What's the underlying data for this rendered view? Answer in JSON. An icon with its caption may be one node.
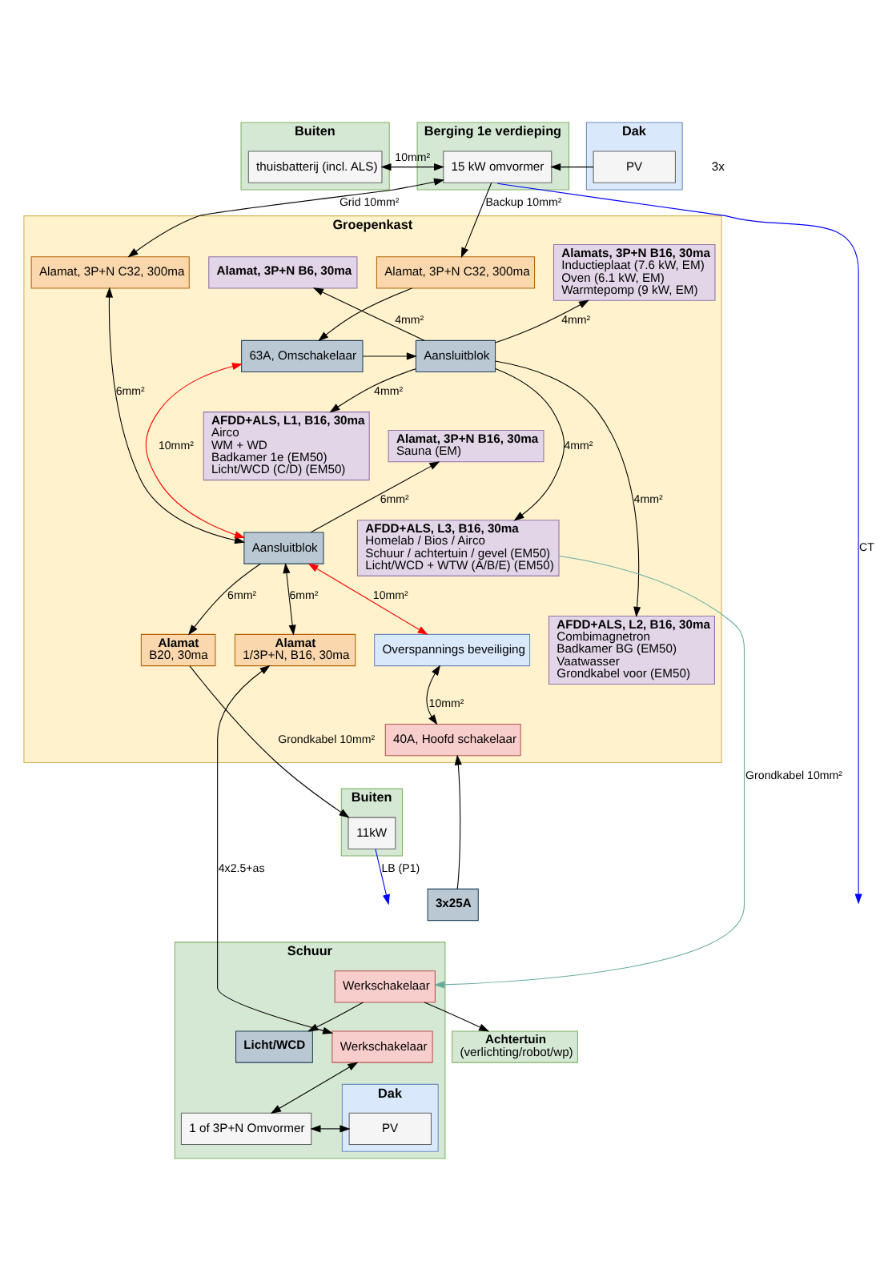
{
  "diagram": {
    "nodes": [
      {
        "text": [
          "Buiten"
        ]
      },
      {
        "text": [
          "thuisbatterij (incl. ALS)"
        ],
        "in": 0
      },
      {
        "text": [
          "Berging 1e verdieping"
        ]
      },
      {
        "text": [
          "15 kW omvormer"
        ],
        "in": 2
      },
      {
        "text": [
          "Dak"
        ]
      },
      {
        "text": [
          "PV"
        ],
        "in": 4
      },
      {
        "text": [
          "Groepenkast"
        ]
      },
      {
        "text": [
          "Alamats, 3P+N B16, 30ma",
          "Inductieplaat (7.6 kW, EM)",
          "Oven (6.1 kW, EM)",
          "Warmtepomp (9 kW, EM)"
        ],
        "in": 6
      },
      {
        "text": [
          "Alamat, 3P+N B6, 30ma"
        ],
        "in": 6
      },
      {
        "text": [
          "Alamat, 3P+N C32, 300ma"
        ],
        "in": 6
      },
      {
        "text": [
          "Alamat, 3P+N C32, 300ma"
        ],
        "in": 6
      },
      {
        "text": [
          "Aansluitblok"
        ],
        "in": 6
      },
      {
        "text": [
          "AFDD+ALS, L1, B16, 30ma",
          "Airco",
          "WM + WD",
          "Badkamer 1e (EM50)",
          "Licht/WCD (C/D) (EM50)"
        ],
        "in": 6
      },
      {
        "text": [
          "63A, Omschakelaar"
        ],
        "in": 6
      },
      {
        "text": [
          "Alamat, 3P+N B16, 30ma",
          "Sauna (EM)"
        ],
        "in": 6
      },
      {
        "text": [
          "AFDD+ALS, L3, B16, 30ma",
          "Homelab / Bios / Airco",
          "Schuur / achtertuin / gevel (EM50)",
          "Licht/WCD + WTW (A/B/E) (EM50)"
        ],
        "in": 6
      },
      {
        "text": [
          "Aansluitblok"
        ],
        "in": 6
      },
      {
        "text": [
          "Alamat",
          "B20, 30ma"
        ],
        "in": 6
      },
      {
        "text": [
          "AFDD+ALS, L2, B16, 30ma",
          "Combimagnetron",
          "Badkamer BG (EM50)",
          "Vaatwasser",
          "Grondkabel voor (EM50)"
        ],
        "in": 6
      },
      {
        "text": [
          "Alamat",
          "1/3P+N, B16, 30ma"
        ],
        "in": 6
      },
      {
        "text": [
          "Overspannings beveiliging"
        ],
        "in": 6
      },
      {
        "text": [
          "40A, Hoofd schakelaar"
        ],
        "in": 6
      },
      {
        "text": [
          "3x25A"
        ]
      },
      {
        "text": [
          "Buiten"
        ]
      },
      {
        "text": [
          "11kW"
        ],
        "in": 23
      },
      {
        "text": [
          "Schuur"
        ]
      },
      {
        "text": [
          "Werkschakelaar"
        ],
        "in": 25
      },
      {
        "text": [
          "Licht/WCD"
        ],
        "in": 25
      },
      {
        "text": [
          "Werkschakelaar"
        ],
        "in": 25
      },
      {
        "text": [
          "Dak"
        ],
        "in": 25
      },
      {
        "text": [
          "PV"
        ],
        "in": 29
      },
      {
        "text": [
          "1 of 3P+N Omvormer"
        ],
        "in": 25
      },
      {
        "text": [
          "Achtertuin",
          "(verlichting/robot/wp)"
        ]
      }
    ],
    "edges": [
      {
        "from": 1,
        "to": 3,
        "arrow": "both",
        "label": "10mm²"
      },
      {
        "from": 5,
        "to": 3,
        "arrow": "to"
      },
      {
        "from": 3,
        "to": 9,
        "arrow": "to",
        "label": "Backup 10mm²"
      },
      {
        "from": 10,
        "to": 3,
        "arrow": "both",
        "label": "Grid 10mm²"
      },
      {
        "from": 3,
        "to": null,
        "arrow": "to",
        "label": "CT",
        "color": "#0000ff"
      },
      {
        "from": 11,
        "to": 7,
        "arrow": "to",
        "label": "4mm²"
      },
      {
        "from": 11,
        "to": 8,
        "arrow": "to",
        "label": "4mm²"
      },
      {
        "from": 11,
        "to": 12,
        "arrow": "to",
        "label": "4mm²"
      },
      {
        "from": 11,
        "to": 15,
        "arrow": "to",
        "label": "4mm²"
      },
      {
        "from": 11,
        "to": 18,
        "arrow": "to",
        "label": "4mm²"
      },
      {
        "from": 13,
        "to": 11,
        "arrow": "to"
      },
      {
        "from": 9,
        "to": 13,
        "arrow": "to"
      },
      {
        "from": 13,
        "to": 16,
        "arrow": "both",
        "label": "10mm²",
        "color": "#ff0000"
      },
      {
        "from": 16,
        "to": 10,
        "arrow": "both",
        "label": "6mm²"
      },
      {
        "from": 16,
        "to": 14,
        "arrow": "to",
        "label": "6mm²"
      },
      {
        "from": 16,
        "to": 17,
        "arrow": "to",
        "label": "6mm²"
      },
      {
        "from": 19,
        "to": 16,
        "arrow": "both",
        "label": "6mm²"
      },
      {
        "from": 16,
        "to": 20,
        "arrow": "both",
        "label": "10mm²",
        "color": "#ff0000"
      },
      {
        "from": 20,
        "to": 21,
        "arrow": "both",
        "label": "10mm²"
      },
      {
        "from": 22,
        "to": 21,
        "arrow": "to"
      },
      {
        "from": 24,
        "to": null,
        "arrow": "to",
        "label": "LB (P1)",
        "color": "#0000ff"
      },
      {
        "from": 17,
        "to": 24,
        "arrow": "to",
        "label": "Grondkabel 10mm²"
      },
      {
        "from": 15,
        "to": 26,
        "arrow": "to",
        "label": "Grondkabel 10mm²",
        "color": "#67ab9f"
      },
      {
        "from": 19,
        "to": 28,
        "arrow": "both",
        "label": "4x2.5+as"
      },
      {
        "from": 26,
        "to": 27,
        "arrow": "to"
      },
      {
        "from": 26,
        "to": 32,
        "arrow": "to"
      },
      {
        "from": 28,
        "to": 31,
        "arrow": "both"
      },
      {
        "from": 30,
        "to": 31,
        "arrow": "both"
      }
    ],
    "labels": [
      "3x"
    ]
  }
}
